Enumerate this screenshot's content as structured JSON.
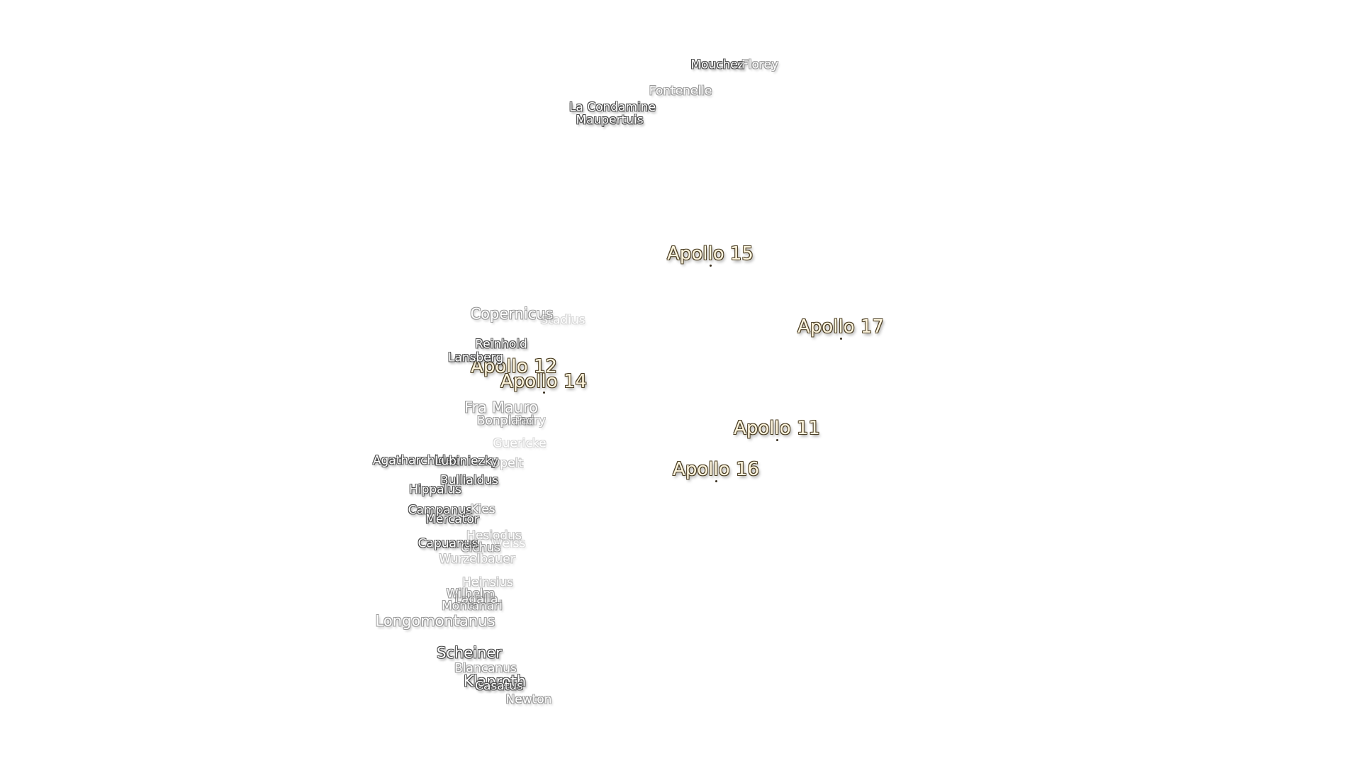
{
  "map": {
    "apollo_sites": [
      {
        "id": "a15",
        "name": "Apollo 15"
      },
      {
        "id": "a17",
        "name": "Apollo 17"
      },
      {
        "id": "a12",
        "name": "Apollo 12"
      },
      {
        "id": "a14",
        "name": "Apollo 14"
      },
      {
        "id": "a11",
        "name": "Apollo 11"
      },
      {
        "id": "a16",
        "name": "Apollo 16"
      }
    ],
    "craters": [
      "Mouchez",
      "Florey",
      "Fontenelle",
      "La Condamine",
      "Maupertuis",
      "Copernicus",
      "Stadius",
      "Reinhold",
      "Lansberg",
      "Fra Mauro",
      "Bonpland",
      "Parry",
      "Guericke",
      "Agatharchides",
      "Lubiniezky",
      "Opelt",
      "Bullialdus",
      "Hippalus",
      "Campanus",
      "Kies",
      "Mercator",
      "Hesiodus",
      "Capuanus",
      "Weiss",
      "Cichus",
      "Wurzelbauer",
      "Heinsius",
      "Wilhelm",
      "Lagalla",
      "Montanari",
      "Longomontanus",
      "Scheiner",
      "Blancanus",
      "Klaproth",
      "Casatus",
      "Newton"
    ]
  }
}
